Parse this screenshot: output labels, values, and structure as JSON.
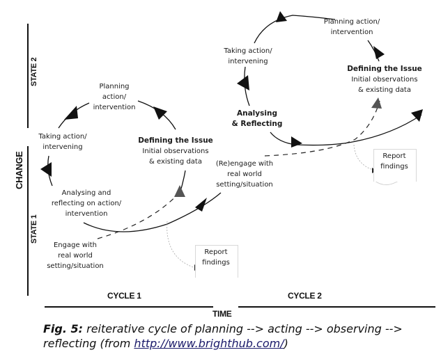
{
  "axes": {
    "y_title": "CHANGE",
    "y_upper": "STATE 2",
    "y_lower": "STATE 1",
    "x_title": "TIME",
    "x_left": "CYCLE 1",
    "x_right": "CYCLE 2"
  },
  "cycle1": {
    "planning": [
      "Planning",
      "action/",
      "intervention"
    ],
    "taking_action": [
      "Taking action/",
      "intervening"
    ],
    "defining_title": "Defining the Issue",
    "defining_sub": [
      "Initial observations",
      "& existing data"
    ],
    "analysing": [
      "Analysing and",
      "reflecting on action/",
      "intervention"
    ],
    "engage": [
      "Engage with",
      "real world",
      "setting/situation"
    ],
    "report": [
      "Report",
      "findings"
    ]
  },
  "cycle2": {
    "planning": [
      "Planning action/",
      "intervention"
    ],
    "taking_action": [
      "Taking action/",
      "intervening"
    ],
    "defining_title": "Defining the Issue",
    "defining_sub": [
      "Initial observations",
      "& existing data"
    ],
    "analysing": [
      "Analysing",
      "& Reflecting"
    ],
    "reengage": [
      "(Re)engage with",
      "real world",
      "setting/situation"
    ],
    "report": [
      "Report",
      "findings"
    ]
  },
  "caption": {
    "fig": "Fig. 5:",
    "text": " reiterative cycle of planning --> acting --> observing --> reflecting (from ",
    "link": "http://www.brighthub.com/",
    "end": ")"
  }
}
